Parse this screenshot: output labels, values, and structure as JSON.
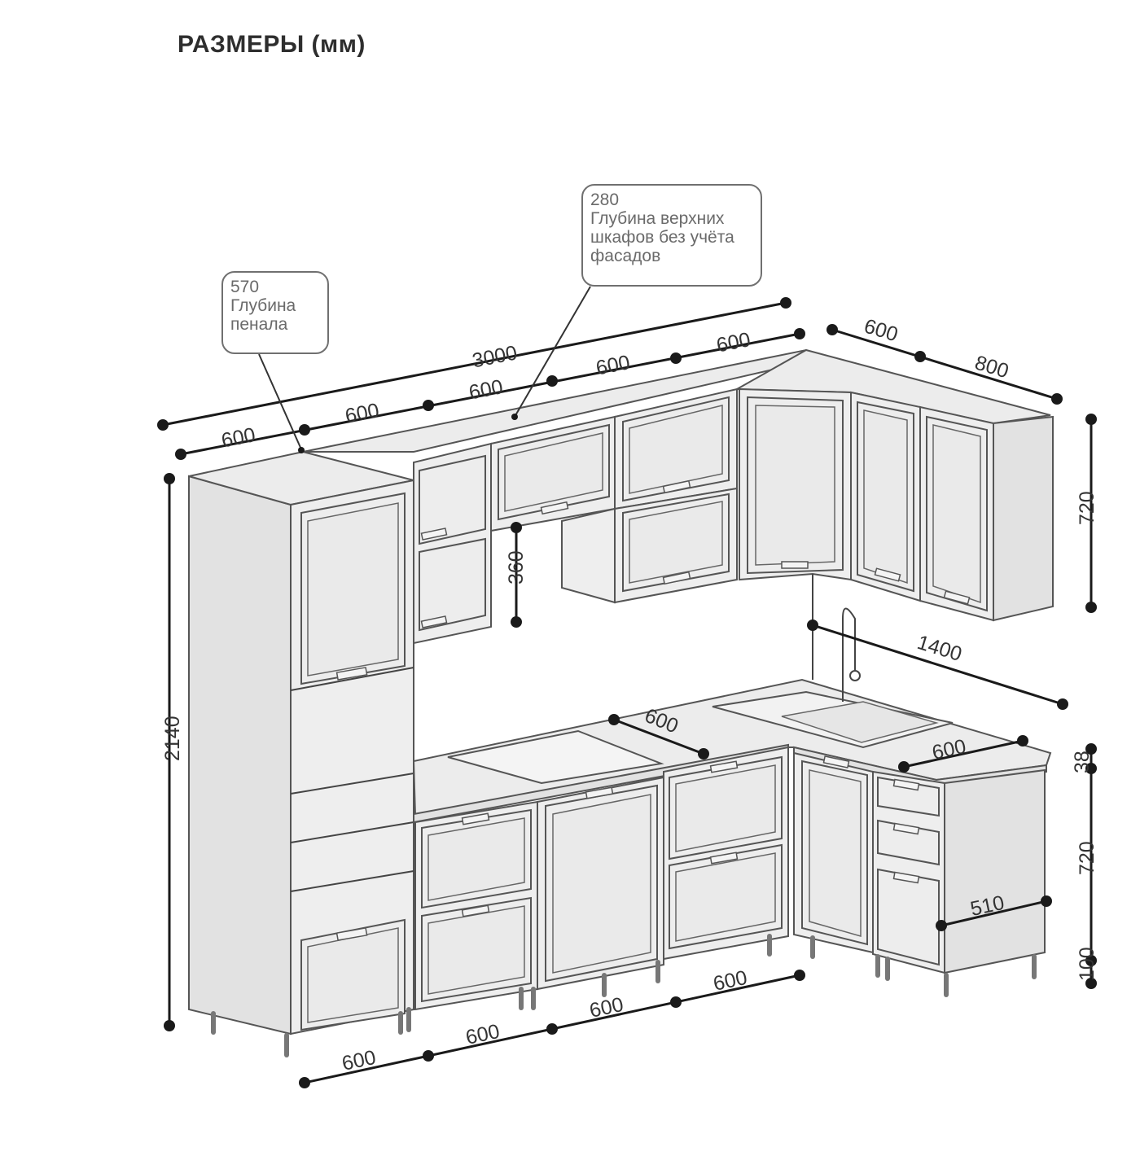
{
  "title": "РАЗМЕРЫ (мм)",
  "callouts": {
    "upper_depth": {
      "value": "280",
      "line1": "Глубина верхних",
      "line2": "шкафов без учёта",
      "line3": "фасадов"
    },
    "tall_depth": {
      "value": "570",
      "line1": "Глубина",
      "line2": "пенала"
    }
  },
  "dimensions": {
    "top_total": "3000",
    "top_modules": [
      "600",
      "600",
      "600",
      "600",
      "600"
    ],
    "right_top": [
      "600",
      "800"
    ],
    "upper_height": "720",
    "gap_height": "360",
    "tall_height": "2140",
    "sink_run": "1400",
    "hob_depth": "600",
    "counter_depth": "600",
    "counter_thickness": "38",
    "base_height": "720",
    "leg_height": "100",
    "base_depth": "510",
    "bottom_modules": [
      "600",
      "600",
      "600",
      "600"
    ]
  }
}
